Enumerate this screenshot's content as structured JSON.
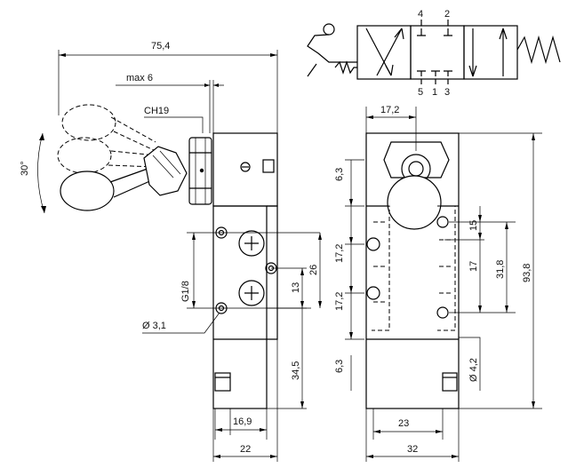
{
  "dimensions": {
    "overall_length": "75,4",
    "lever_travel": "max 6",
    "wrench_size": "CH19",
    "lever_angle": "30°",
    "top_offset": "6,3",
    "port_pitch_1": "17,2",
    "port_pitch_2": "17,2",
    "bottom_offset": "6,3",
    "port_thread": "G1/8",
    "mount_hole": "Ø 3,1",
    "port_spacing_26": "26",
    "port_offset_13": "13",
    "base_height": "34,5",
    "base_width_front": "16,9",
    "body_width_front": "22",
    "side_top_width": "17,2",
    "side_15": "15",
    "side_17": "17",
    "side_31_8": "31,8",
    "side_height": "93,8",
    "side_hole": "Ø 4,2",
    "side_base_23": "23",
    "side_width_32": "32"
  },
  "symbol": {
    "top_ports": [
      "4",
      "2"
    ],
    "bottom_ports": [
      "5",
      "1",
      "3"
    ]
  }
}
